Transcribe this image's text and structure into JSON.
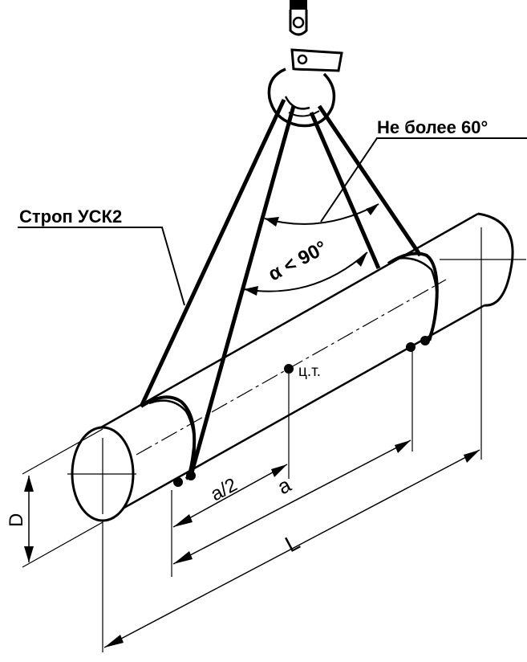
{
  "diagram": {
    "labels": {
      "sling": "Строп УСК2",
      "max_angle": "Не более 60°",
      "angle": "α < 90°",
      "center_of_gravity": "ц.т.",
      "half_a": "a/2",
      "a": "a",
      "length": "L",
      "diameter": "D"
    },
    "colors": {
      "line": "#000000",
      "background": "#ffffff"
    }
  }
}
